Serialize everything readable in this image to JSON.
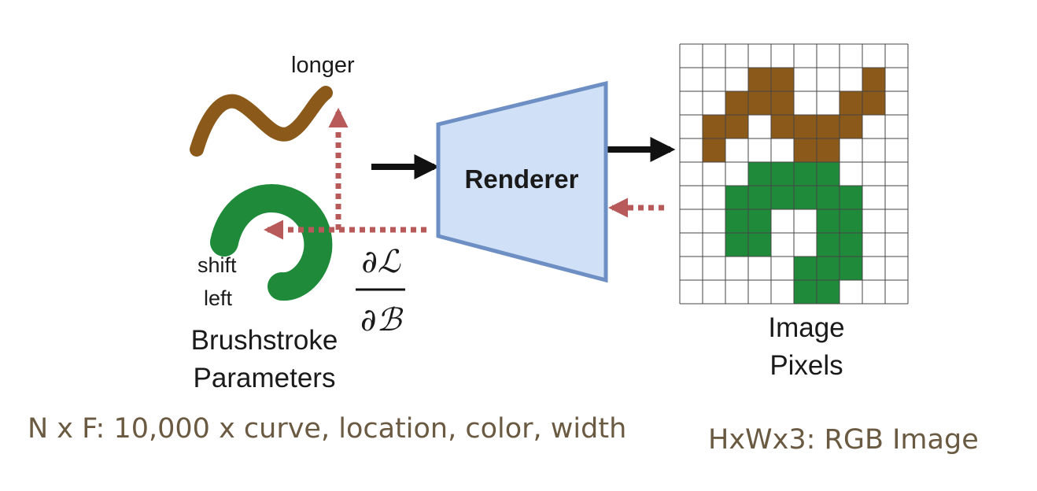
{
  "labels": {
    "longer": "longer",
    "shift_line1": "shift",
    "shift_line2": "left",
    "brushstroke_line1": "Brushstroke",
    "brushstroke_line2": "Parameters",
    "renderer": "Renderer",
    "image_line1": "Image",
    "image_line2": "Pixels",
    "grad_numerator": "∂ℒ",
    "grad_denominator": "∂ℬ"
  },
  "captions": {
    "left": "N x F: 10,000 x curve, location, color, width",
    "right": "HxWx3: RGB Image"
  },
  "colors": {
    "brown_stroke": "#8b5a1b",
    "green_stroke": "#1f8a3a",
    "renderer_fill": "#cfe0f7",
    "renderer_border": "#6d8fc4",
    "gradient_arrow": "#b85a5a",
    "caption_text": "#6b5a42"
  },
  "grid": {
    "columns": 10,
    "rows": 11
  }
}
